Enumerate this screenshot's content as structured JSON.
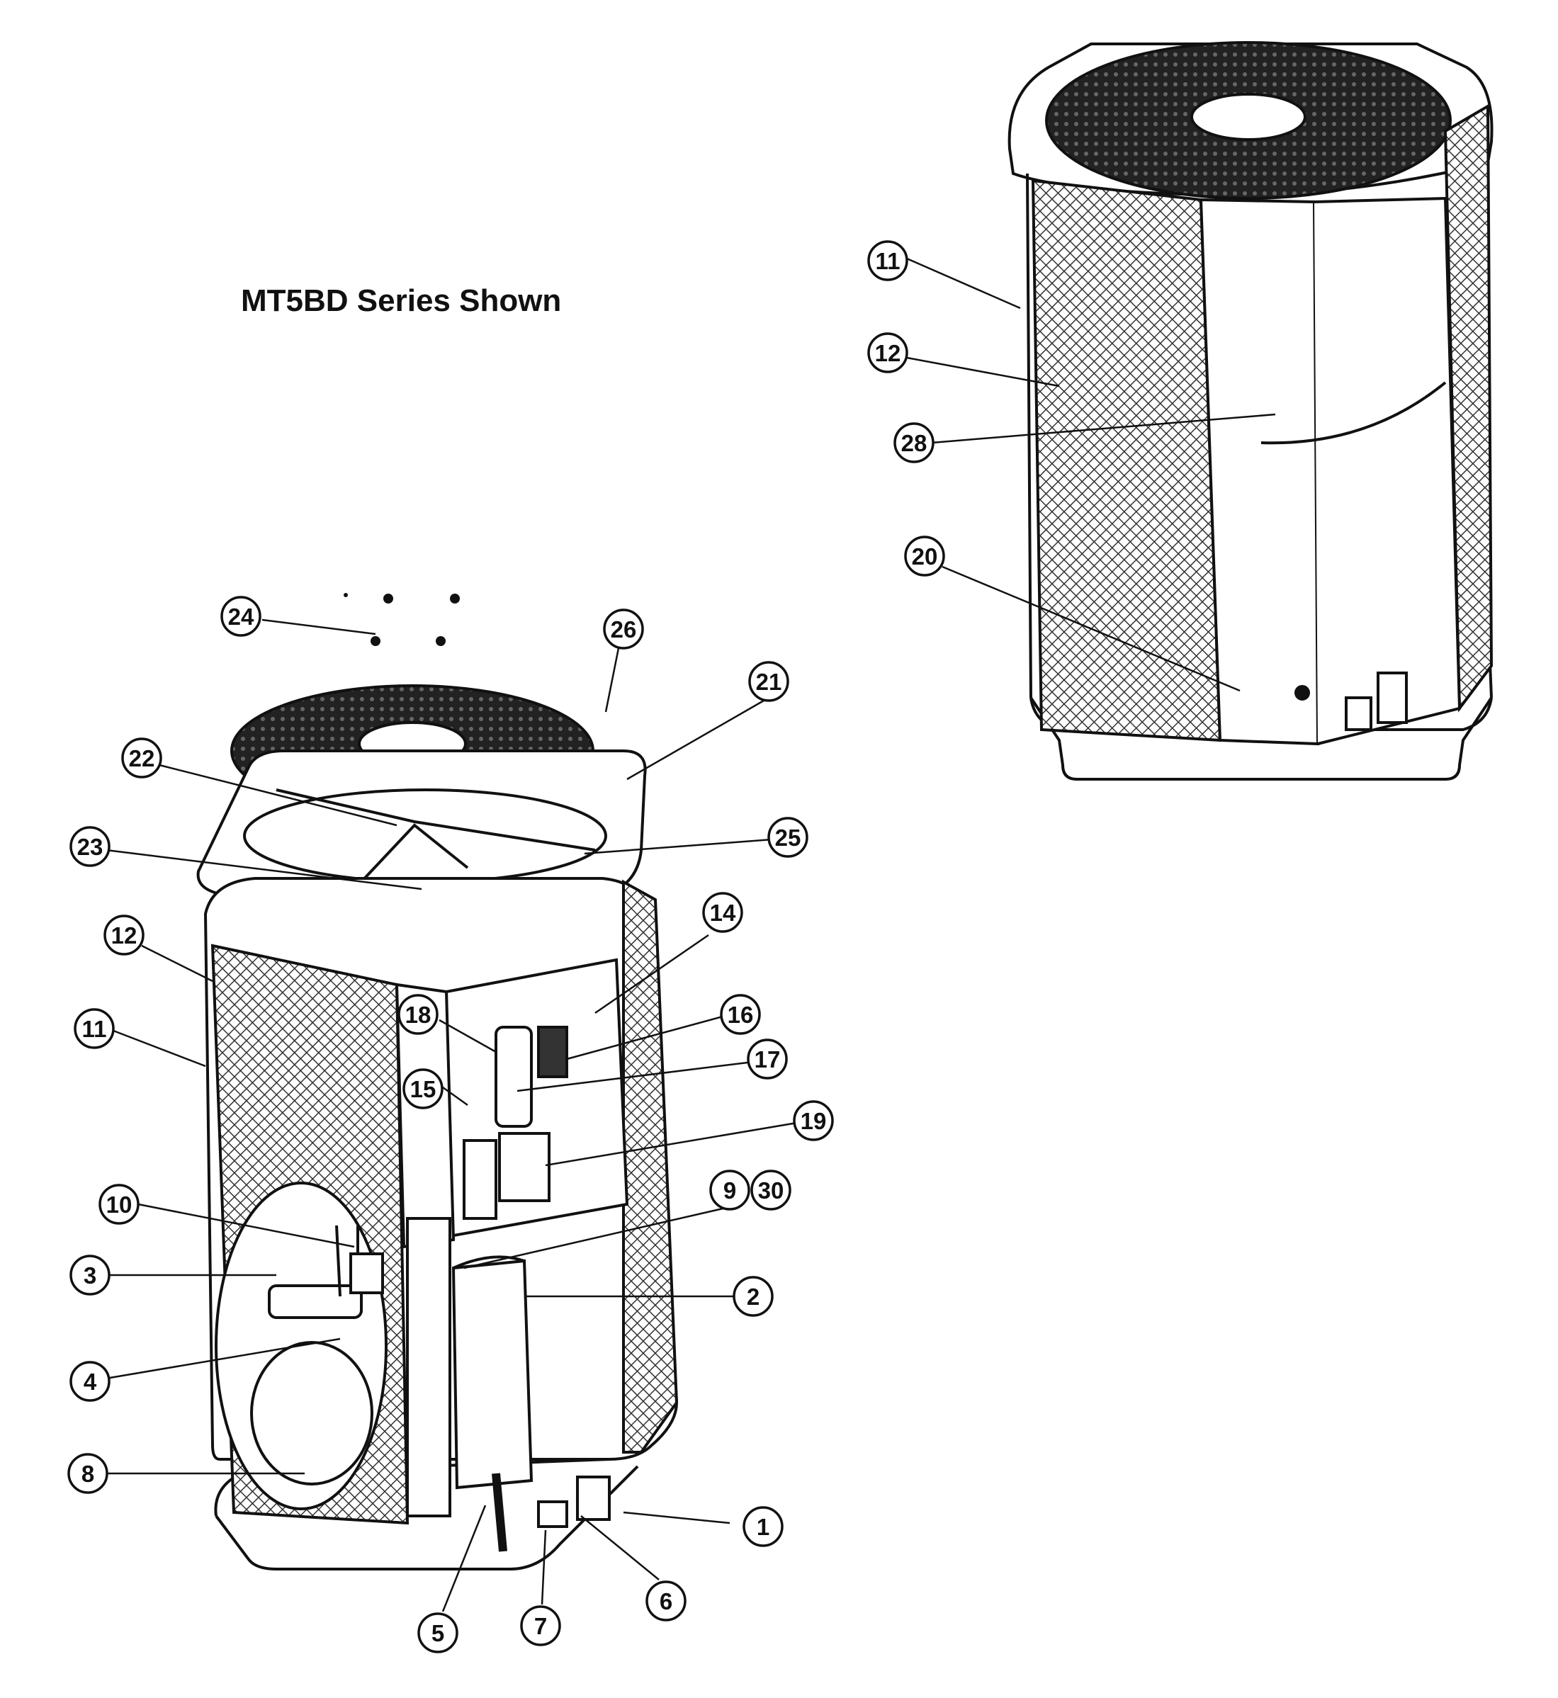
{
  "diagram": {
    "title": "MT5BD Series Shown",
    "colors": {
      "line": "#111111",
      "paper": "#ffffff",
      "mesh": "#3a3a3a"
    },
    "callouts": [
      {
        "id": "c1",
        "label": "1"
      },
      {
        "id": "c2",
        "label": "2"
      },
      {
        "id": "c3",
        "label": "3"
      },
      {
        "id": "c4",
        "label": "4"
      },
      {
        "id": "c5",
        "label": "5"
      },
      {
        "id": "c6",
        "label": "6"
      },
      {
        "id": "c7",
        "label": "7"
      },
      {
        "id": "c8",
        "label": "8"
      },
      {
        "id": "c9",
        "label": "9"
      },
      {
        "id": "c30",
        "label": "30"
      },
      {
        "id": "c10",
        "label": "10"
      },
      {
        "id": "c11a",
        "label": "11"
      },
      {
        "id": "c11b",
        "label": "11"
      },
      {
        "id": "c12a",
        "label": "12"
      },
      {
        "id": "c12b",
        "label": "12"
      },
      {
        "id": "c14",
        "label": "14"
      },
      {
        "id": "c15",
        "label": "15"
      },
      {
        "id": "c16",
        "label": "16"
      },
      {
        "id": "c17",
        "label": "17"
      },
      {
        "id": "c18",
        "label": "18"
      },
      {
        "id": "c19",
        "label": "19"
      },
      {
        "id": "c20",
        "label": "20"
      },
      {
        "id": "c21",
        "label": "21"
      },
      {
        "id": "c22",
        "label": "22"
      },
      {
        "id": "c23",
        "label": "23"
      },
      {
        "id": "c24",
        "label": "24"
      },
      {
        "id": "c25",
        "label": "25"
      },
      {
        "id": "c26",
        "label": "26"
      },
      {
        "id": "c28",
        "label": "28"
      }
    ]
  }
}
